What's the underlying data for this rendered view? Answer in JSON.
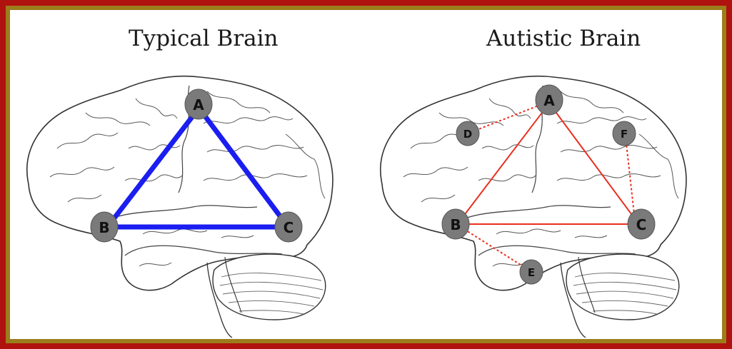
{
  "panels": [
    {
      "title": "Typical Brain",
      "nodes": [
        "A",
        "B",
        "C"
      ]
    },
    {
      "title": "Autistic Brain",
      "nodes": [
        "A",
        "B",
        "C",
        "D",
        "E",
        "F"
      ]
    }
  ],
  "colors": {
    "frame_red": "#b0120f",
    "frame_gold": "#9c7d1c",
    "typical_links": "#1a1ef0",
    "autistic_links": "#e8301f",
    "node_fill": "#7a7a7a"
  }
}
